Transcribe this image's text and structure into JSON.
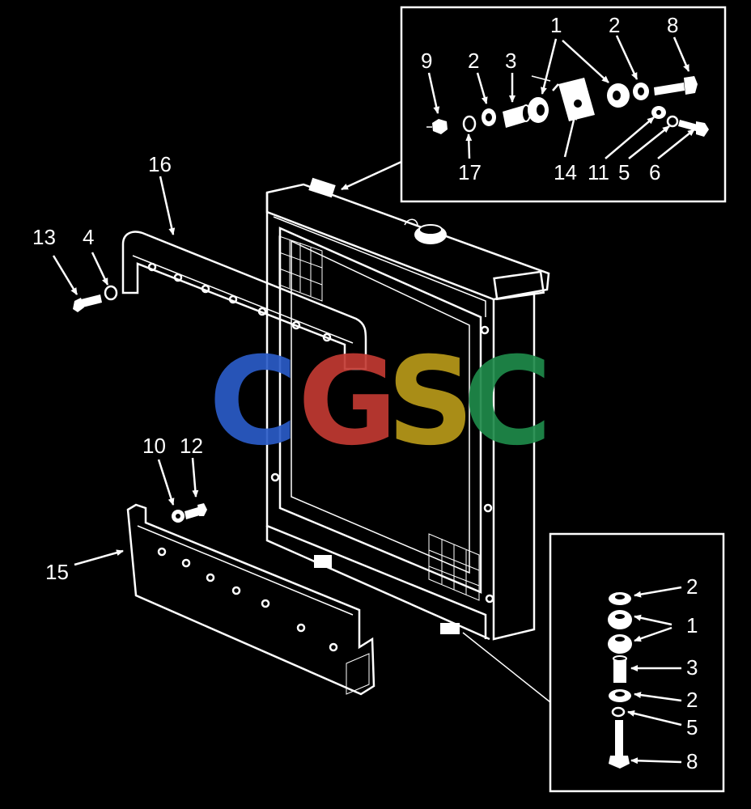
{
  "watermark": {
    "letters": [
      "C",
      "G",
      "S",
      "C"
    ],
    "colors": [
      "#2b5cc7",
      "#c23a32",
      "#b89a1a",
      "#1f8a4a"
    ]
  },
  "labels": {
    "top_inset": {
      "l1": "1",
      "l2a": "2",
      "l8a": "8",
      "l9": "9",
      "l2b": "2",
      "l3": "3",
      "l17": "17",
      "l14": "14",
      "l11": "11",
      "l5": "5",
      "l6": "6"
    },
    "main": {
      "l16": "16",
      "l13": "13",
      "l4": "4",
      "l10": "10",
      "l12": "12",
      "l15": "15"
    },
    "bottom_inset": {
      "l2a": "2",
      "l1": "1",
      "l3": "3",
      "l2b": "2",
      "l5": "5",
      "l8": "8"
    }
  },
  "colors": {
    "background": "#000000",
    "line": "#ffffff"
  }
}
